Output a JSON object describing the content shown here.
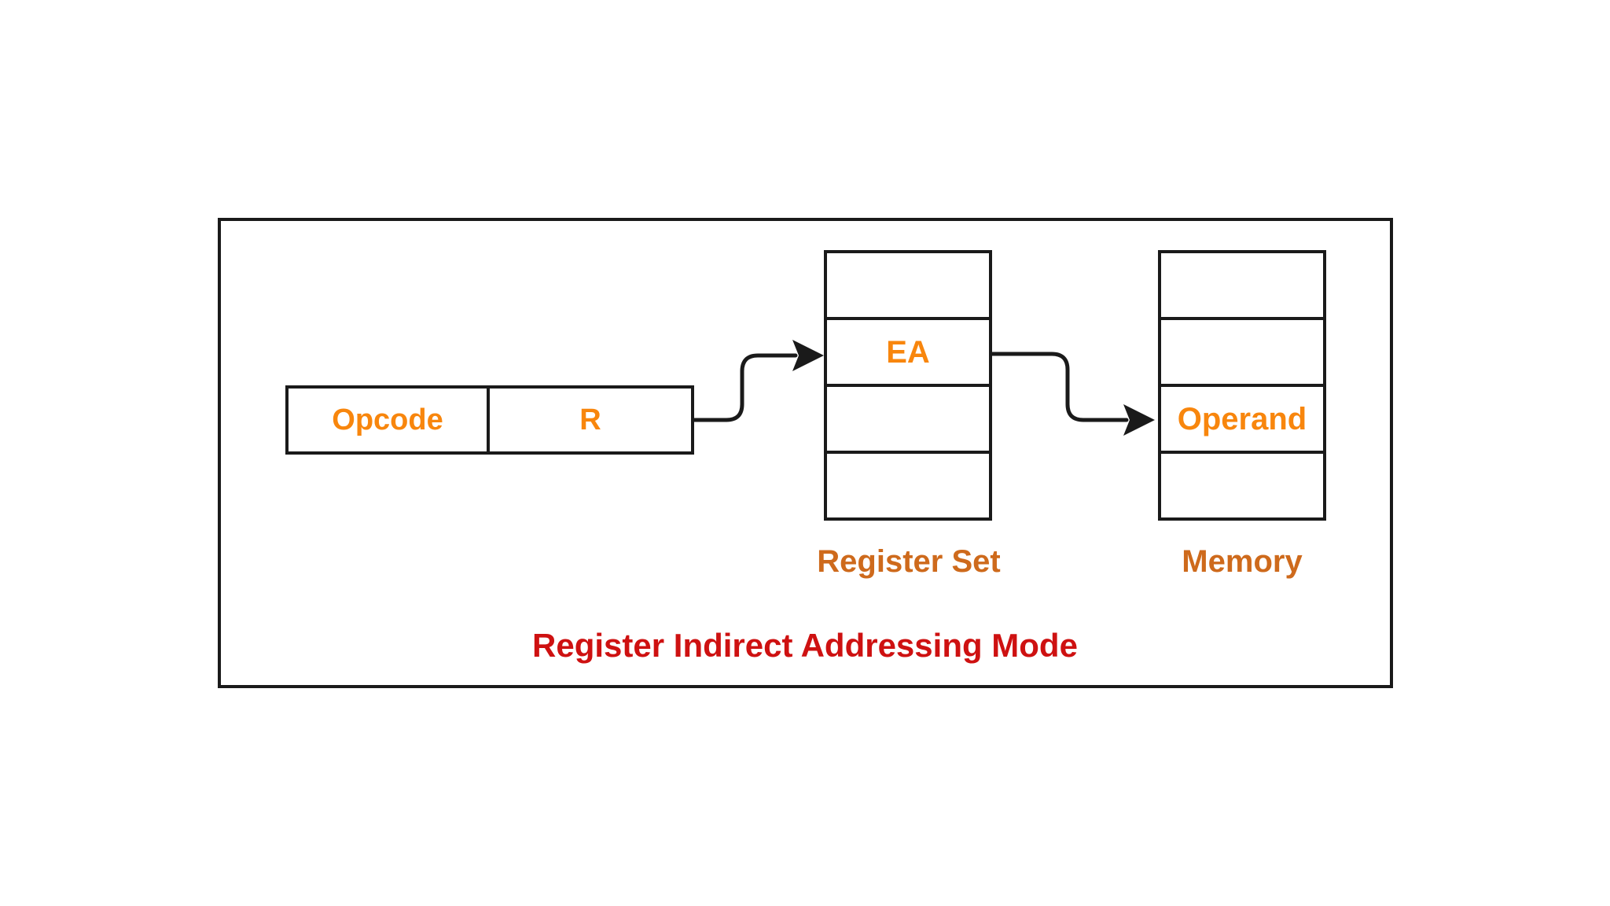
{
  "title": {
    "text": "Register Indirect Addressing Mode"
  },
  "instruction": {
    "fields": [
      {
        "label": "Opcode"
      },
      {
        "label": "R"
      }
    ]
  },
  "register_set": {
    "label": "Register Set",
    "cells": [
      "",
      "EA",
      "",
      ""
    ]
  },
  "memory": {
    "label": "Memory",
    "cells": [
      "",
      "",
      "Operand",
      ""
    ]
  },
  "arrows": [
    {
      "name": "r-to-ea",
      "from": "R",
      "to": "EA"
    },
    {
      "name": "ea-to-operand",
      "from": "EA",
      "to": "Operand"
    }
  ],
  "colors": {
    "field_text": "#F8860D",
    "stack_label": "#CE6A1C",
    "title": "#CE1111",
    "line": "#1a1a1a",
    "background": "#ffffff"
  }
}
